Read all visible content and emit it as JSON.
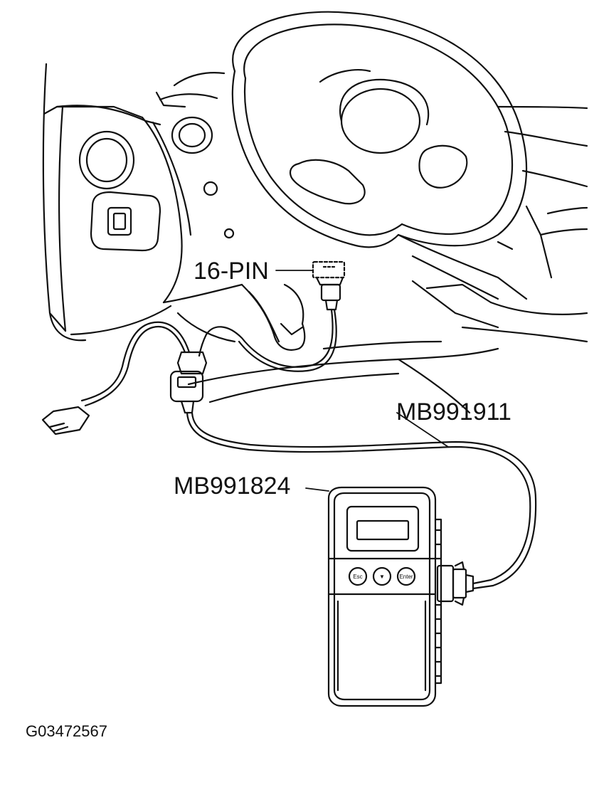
{
  "labels": {
    "connector": "16-PIN",
    "cable": "MB991911",
    "tester": "MB991824"
  },
  "figure_id": "G03472567",
  "buttons": {
    "esc": "Esc",
    "down": "▼",
    "enter": "Enter"
  },
  "colors": {
    "line": "#111111",
    "background": "#ffffff"
  }
}
